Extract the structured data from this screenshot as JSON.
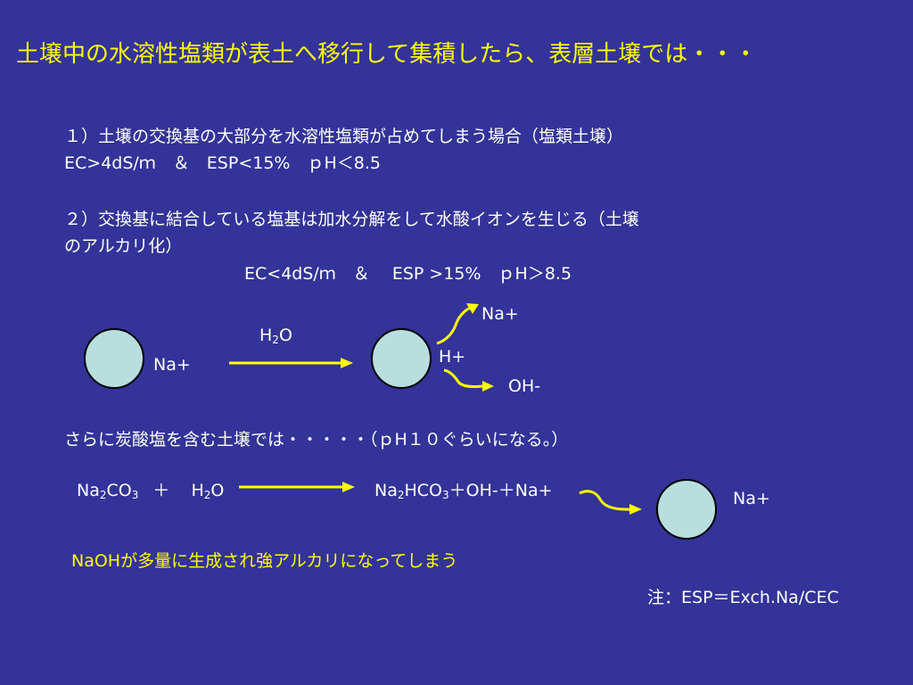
{
  "title": "土壌中の水溶性塩類が表土へ移行して集積したら、表層土壌では・・・",
  "section1": {
    "line1": "１）土壌の交換基の大部分を水溶性塩類が占めてしまう場合（塩類土壌）",
    "line2": "EC>4dS/ｍ　＆　ESP<15%　ｐH＜8.5"
  },
  "section2": {
    "line1": "２）交換基に結合している塩基は加水分解をして水酸イオンを生じる（土壌",
    "line2": "のアルカリ化）",
    "line3": "EC<4dS/ｍ　＆　 ESP >15%　ｐH＞8.5"
  },
  "diagram1": {
    "left_ion": "Na+",
    "water_prefix": "H",
    "water_sub": "2",
    "water_suffix": "O",
    "right_ion": "H+",
    "released_cation": "Na+",
    "hydroxide": "OH-"
  },
  "section3": {
    "line1": "さらに炭酸塩を含む土壌では・・・・・（ｐH１０ぐらいになる。）"
  },
  "equation": {
    "r1_a": "Na",
    "r1_sub1": "2",
    "r1_b": "CO",
    "r1_sub2": "3",
    "plus": "＋",
    "r2_a": "H",
    "r2_sub": "2",
    "r2_b": "O",
    "p1_a": "Na",
    "p1_sub1": "2",
    "p1_b": "HCO",
    "p1_sub2": "3",
    "p_rest": "＋OH-＋Na+",
    "particle_ion": "Na+"
  },
  "conclusion": "NaOHが多量に生成され強アルカリになってしまう",
  "note": "注：ESP＝Exch.Na/CEC",
  "colors": {
    "background": "#333399",
    "highlight": "#ffff00",
    "particle": "#b8dede"
  }
}
